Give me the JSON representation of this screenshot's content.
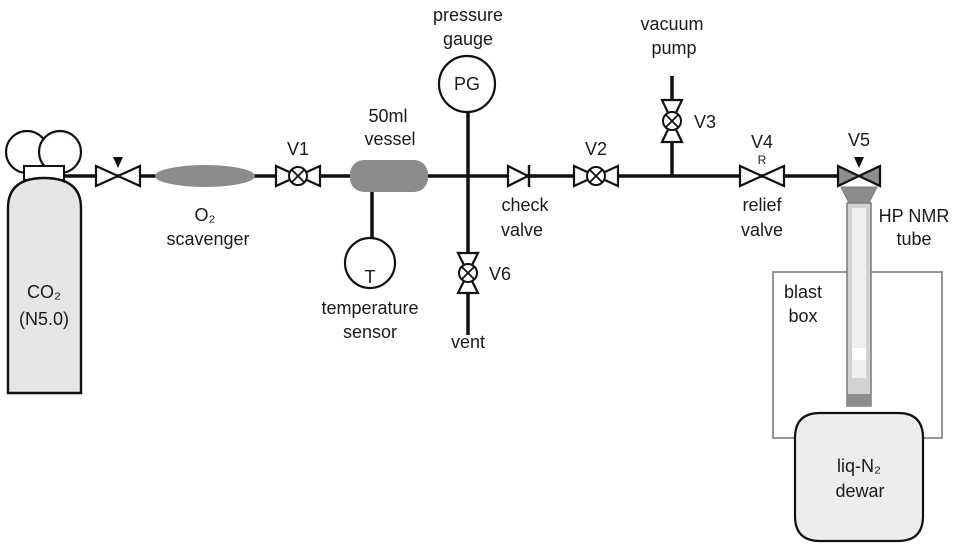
{
  "diagram": {
    "labels": {
      "co2_formula": "CO₂",
      "co2_grade": "(N5.0)",
      "o2_scavenger_line1": "O₂",
      "o2_scavenger_line2": "scavenger",
      "v1": "V1",
      "vessel_line1": "50ml",
      "vessel_line2": "vessel",
      "temp_symbol": "T",
      "temp_line1": "temperature",
      "temp_line2": "sensor",
      "pressure_line1": "pressure",
      "pressure_line2": "gauge",
      "pg_symbol": "PG",
      "check_line1": "check",
      "check_line2": "valve",
      "v6": "V6",
      "vent": "vent",
      "v2": "V2",
      "vacuum_line1": "vacuum",
      "vacuum_line2": "pump",
      "v3": "V3",
      "v4": "V4",
      "relief_mark": "R",
      "relief_line1": "relief",
      "relief_line2": "valve",
      "v5": "V5",
      "nmr_line1": "HP NMR",
      "nmr_line2": "tube",
      "blast_line1": "blast",
      "blast_line2": "box",
      "dewar_line1": "liq-N₂",
      "dewar_line2": "dewar"
    },
    "colors": {
      "line": "#111111",
      "cylinder_fill": "#e6e6e6",
      "component_fill": "#8c8c8c",
      "blast_box_stroke": "#8a8a8a",
      "dewar_fill": "#ededed",
      "tube_fill": "#d2d2d2"
    }
  }
}
